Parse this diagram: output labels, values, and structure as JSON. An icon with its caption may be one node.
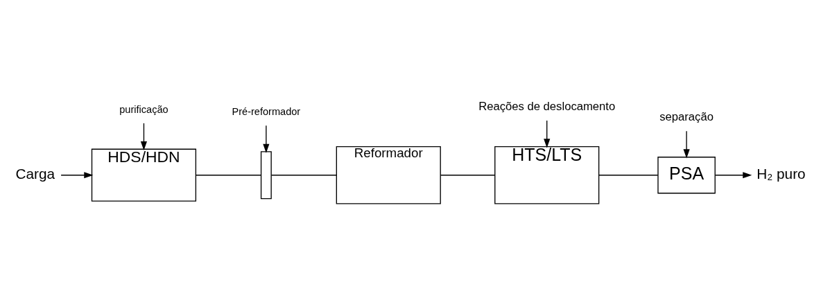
{
  "diagram": {
    "nodes": [
      {
        "text": [
          "Carga"
        ]
      },
      {
        "text": [
          "HDS/HDN"
        ]
      },
      {
        "text": [],
        "shape": "box"
      },
      {
        "text": [
          "Reformador"
        ]
      },
      {
        "text": [
          "HTS/LTS"
        ]
      },
      {
        "text": [
          "PSA"
        ]
      },
      {
        "text": [
          "H₂ puro"
        ]
      },
      {
        "text": [
          "purificação"
        ]
      },
      {
        "text": [
          "Pré-reformador"
        ]
      },
      {
        "text": [
          "Reações de deslocamento"
        ]
      },
      {
        "text": [
          "separação"
        ]
      }
    ],
    "edges": [
      {
        "from": 0,
        "to": 1,
        "arrow": "to"
      },
      {
        "from": 1,
        "to": 2,
        "arrow": "none"
      },
      {
        "from": 2,
        "to": 3,
        "arrow": "none"
      },
      {
        "from": 3,
        "to": 4,
        "arrow": "none"
      },
      {
        "from": 4,
        "to": 5,
        "arrow": "none"
      },
      {
        "from": 5,
        "to": 6,
        "arrow": "to"
      },
      {
        "from": 7,
        "to": 1,
        "arrow": "to"
      },
      {
        "from": 8,
        "to": 2,
        "arrow": "to"
      },
      {
        "from": 9,
        "to": 4,
        "arrow": "to"
      },
      {
        "from": 10,
        "to": 5,
        "arrow": "to"
      }
    ]
  }
}
